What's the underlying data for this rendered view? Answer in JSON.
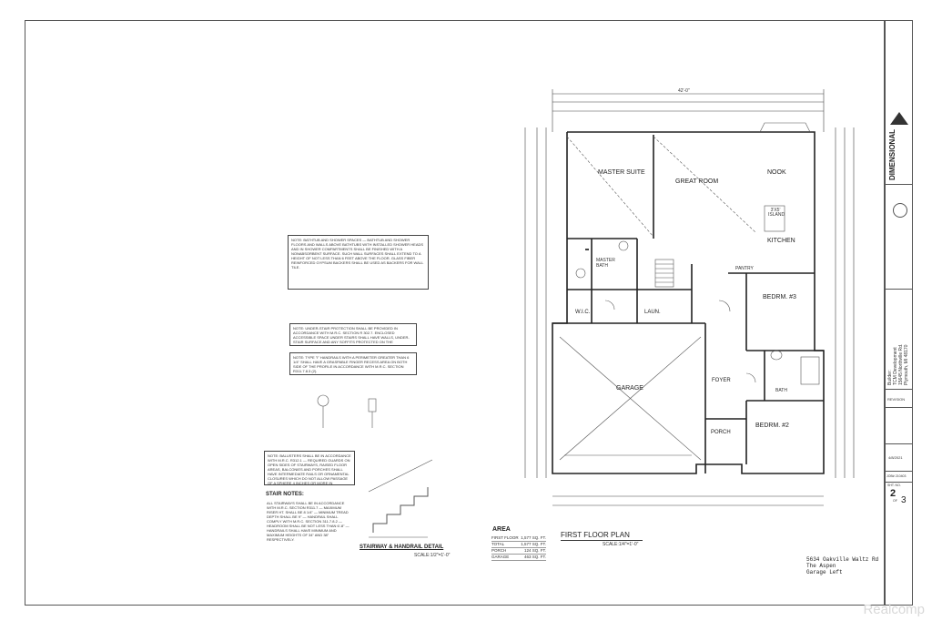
{
  "title_block": {
    "company_name": "DIMENSIONAL",
    "builder_heading": "Builder:",
    "builder_name": "TCM Development",
    "builder_addr1": "15645 Northville Rd.",
    "builder_addr2": "Plymouth, MI 48170",
    "revision_label": "REVISION",
    "date": "4/8/2021",
    "job_number": "JOB# 210403",
    "sheet_label": "SHT. NO.",
    "sheet_number": "2",
    "sheet_of": "OF",
    "sheet_total": "3"
  },
  "project": {
    "address": "5634 Oakville Waltz Rd",
    "model": "The Aspen",
    "garage": "Garage Left"
  },
  "plan": {
    "title": "FIRST FLOOR PLAN",
    "scale": "SCALE:1/4\"=1'-0\"",
    "overall_width": "42'-0\"",
    "rooms": {
      "master_suite": "MASTER SUITE",
      "great_room": "GREAT ROOM",
      "nook": "NOOK",
      "kitchen": "KITCHEN",
      "master_bath": "MASTER BATH",
      "wic": "W.I.C.",
      "laun": "LAUN.",
      "pantry": "PANTRY",
      "bedrm3": "BEDRM. #3",
      "bedrm2": "BEDRM. #2",
      "bath": "BATH",
      "garage": "GARAGE",
      "foyer": "FOYER",
      "porch": "PORCH",
      "island": "3'X5' ISLAND"
    }
  },
  "area": {
    "title": "AREA",
    "rows": [
      {
        "label": "FIRST FLOOR",
        "value": "1,577 SQ. FT."
      },
      {
        "label": "TOTAL",
        "value": "1,577 SQ. FT."
      },
      {
        "label": "PORCH",
        "value": "124 SQ. FT."
      },
      {
        "label": "GARAGE",
        "value": "463 SQ. FT."
      }
    ]
  },
  "notes": {
    "stair_notes_title": "STAIR NOTES:",
    "stairway_title": "STAIRWAY & HANDRAIL DETAIL",
    "stairway_scale": "SCALE:1/2\"=1'-0\""
  },
  "watermark": "Realcomp"
}
